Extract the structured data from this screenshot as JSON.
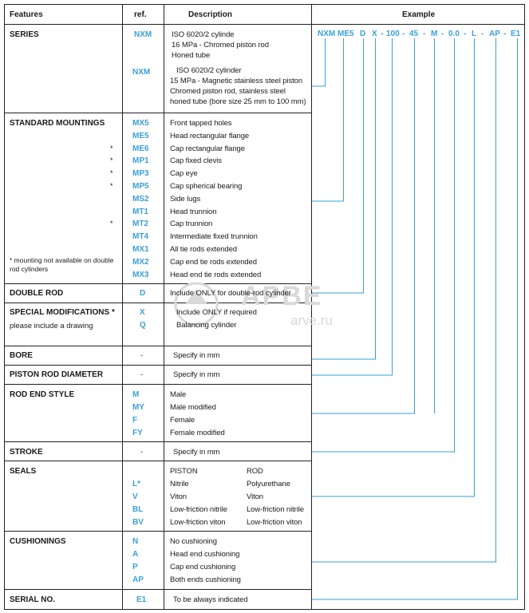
{
  "headers": {
    "features": "Features",
    "ref": "ref.",
    "description": "Description",
    "example": "Example"
  },
  "sections": {
    "series": {
      "feature": "SERIES",
      "rows": [
        {
          "ref": "NXM",
          "lines": [
            "ISO 6020/2 cylinde",
            "16 MPa - Chromed piston rod",
            "Honed tube"
          ]
        },
        {
          "ref": "NXM",
          "lines": [
            "ISO 6020/2 cylinder",
            "15 MPa - Magnetic stainless steel piston",
            "Chromed piston rod, stainless steel",
            "honed tube (bore size 25 mm to 100 mm)"
          ]
        }
      ]
    },
    "mountings": {
      "feature": "STANDARD MOUNTINGS",
      "note": "* mounting not available on double rod cylinders",
      "star": "*",
      "rows": [
        {
          "ref": "MX5",
          "desc": "Front tapped holes",
          "star": false
        },
        {
          "ref": "ME5",
          "desc": "Head rectangular flange",
          "star": false
        },
        {
          "ref": "ME6",
          "desc": "Cap rectangular flange",
          "star": true
        },
        {
          "ref": "MP1",
          "desc": "Cap fixed clevis",
          "star": true
        },
        {
          "ref": "MP3",
          "desc": "Cap eye",
          "star": true
        },
        {
          "ref": "MP5",
          "desc": "Cap spherical bearing",
          "star": true
        },
        {
          "ref": "MS2",
          "desc": "Side lugs",
          "star": false
        },
        {
          "ref": "MT1",
          "desc": "Head trunnion",
          "star": false
        },
        {
          "ref": "MT2",
          "desc": "Cap trunnion",
          "star": true
        },
        {
          "ref": "MT4",
          "desc": "Intermediate fixed trunnion",
          "star": false
        },
        {
          "ref": "MX1",
          "desc": "All tie rods extended",
          "star": false
        },
        {
          "ref": "MX2",
          "desc": "Cap end tie rods extended",
          "star": false
        },
        {
          "ref": "MX3",
          "desc": "Head end tie rods extended",
          "star": false
        }
      ]
    },
    "double_rod": {
      "feature": "DOUBLE ROD",
      "ref": "D",
      "desc": "Include ONLY for double-rod cylinder"
    },
    "special": {
      "feature": "SPECIAL MODIFICATIONS *",
      "sub": "please include a drawing",
      "rows": [
        {
          "ref": "X",
          "desc": "Include ONLY if required"
        },
        {
          "ref": "Q",
          "desc": "Balancing cylinder"
        }
      ]
    },
    "bore": {
      "feature": "BORE",
      "ref": "-",
      "desc": "Specify in mm"
    },
    "piston_rod": {
      "feature": "PISTON ROD DIAMETER",
      "ref": "-",
      "desc": "Specify in mm"
    },
    "rod_end": {
      "feature": "ROD END STYLE",
      "rows": [
        {
          "ref": "M",
          "desc": "Male"
        },
        {
          "ref": "MY",
          "desc": "Male modified"
        },
        {
          "ref": "F",
          "desc": "Female"
        },
        {
          "ref": "FY",
          "desc": "Female modified"
        }
      ]
    },
    "stroke": {
      "feature": "STROKE",
      "ref": "-",
      "desc": "Specify in mm"
    },
    "seals": {
      "feature": "SEALS",
      "col_piston": "PISTON",
      "col_rod": "ROD",
      "rows": [
        {
          "ref": "L*",
          "piston": "Nitrile",
          "rod": "Polyurethane"
        },
        {
          "ref": "V",
          "piston": "Viton",
          "rod": "Viton"
        },
        {
          "ref": "BL",
          "piston": "Low-friction nitrile",
          "rod": "Low-friction nitrile"
        },
        {
          "ref": "BV",
          "piston": "Low-friction viton",
          "rod": "Low-friction viton"
        }
      ]
    },
    "cushionings": {
      "feature": "CUSHIONINGS",
      "rows": [
        {
          "ref": "N",
          "desc": "No cushioning"
        },
        {
          "ref": "A",
          "desc": "Head end cushioning"
        },
        {
          "ref": "P",
          "desc": "Cap end cushioning"
        },
        {
          "ref": "AP",
          "desc": "Both ends cushioning"
        }
      ]
    },
    "serial": {
      "feature": "SERIAL NO.",
      "ref": "E1",
      "desc": "To be always indicated"
    }
  },
  "example": {
    "codes": [
      "NXM",
      "ME5",
      "D",
      "X",
      "100",
      "45",
      "M",
      "0.0",
      "L",
      "AP",
      "E1"
    ],
    "separator": "-"
  },
  "watermark": {
    "brand": "АРВЕ",
    "url": "arve.ru"
  },
  "colors": {
    "accent": "#3aa0d8",
    "rule": "#222222",
    "watermark": "#d9d9d9"
  }
}
